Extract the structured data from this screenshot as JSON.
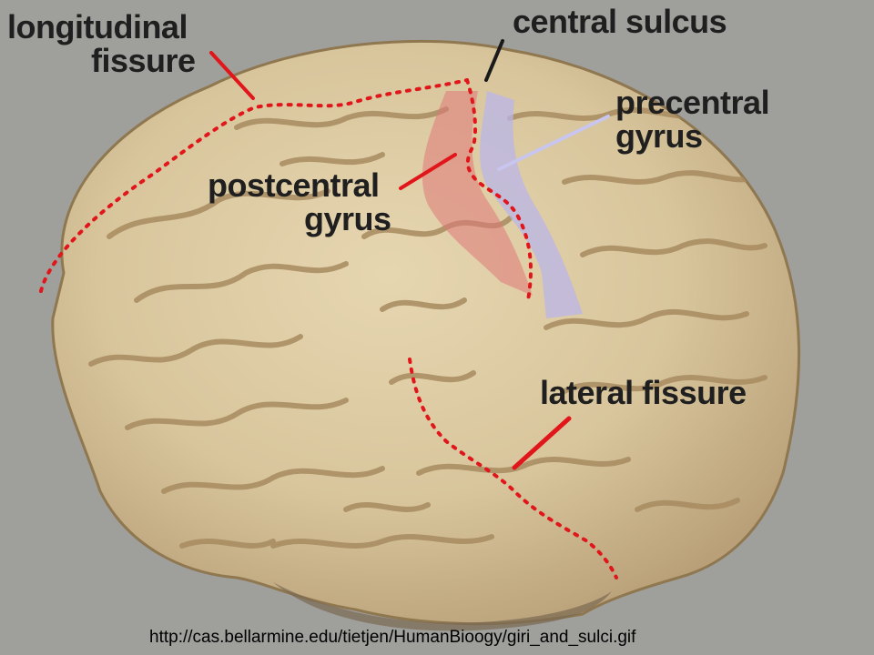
{
  "labels": {
    "longitudinal_fissure": {
      "line1": "longitudinal",
      "line2": "fissure"
    },
    "central_sulcus": "central sulcus",
    "precentral_gyrus": {
      "line1": "precentral",
      "line2": "gyrus"
    },
    "postcentral_gyrus": {
      "line1": "postcentral",
      "line2": "gyrus"
    },
    "lateral_fissure": "lateral fissure"
  },
  "source_url": "http://cas.bellarmine.edu/tietjen/HumanBioogy/giri_and_sulci.gif",
  "colors": {
    "background": "#9f9f9c",
    "brain_tissue": "#d8c59c",
    "gyrus_fold": "#a88b60",
    "sulcus_marker": "#e0161b",
    "postcentral_highlight": "#e07878",
    "precentral_highlight": "#b9b5e8",
    "label_text": "#1f1f1f"
  }
}
